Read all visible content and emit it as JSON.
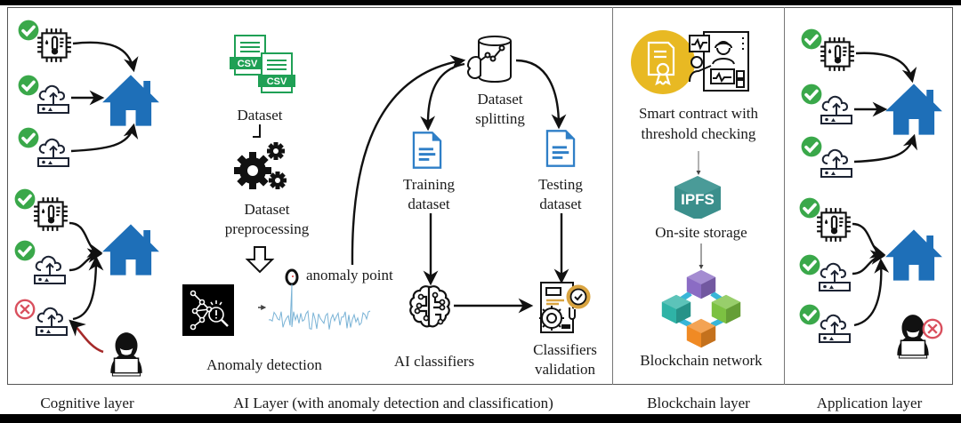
{
  "colors": {
    "check_green": "#3aa84a",
    "error_red": "#d9505e",
    "house_blue": "#1e6fb8",
    "csv_green": "#1fa055",
    "doc_blue": "#2f7fc7",
    "contract_yellow": "#e8b923",
    "ipfs_teal": "#3b8f8c",
    "attack_arrow": "#a52a2a",
    "signal_blue": "#7ab3d6",
    "validation_gold": "#d9a441"
  },
  "layers": {
    "cognitive": {
      "caption": "Cognitive layer",
      "group_a_devices": [
        {
          "type": "thermostat-chip",
          "status": "verified"
        },
        {
          "type": "cloud-gateway",
          "status": "verified"
        },
        {
          "type": "cloud-gateway",
          "status": "verified"
        }
      ],
      "group_b_devices": [
        {
          "type": "thermostat-chip",
          "status": "verified"
        },
        {
          "type": "cloud-gateway",
          "status": "verified"
        },
        {
          "type": "cloud-gateway",
          "status": "compromised"
        }
      ],
      "attacker": "hacker"
    },
    "ai": {
      "caption": "AI Layer (with anomaly detection and classification)",
      "csv_label": "CSV",
      "dataset_label": "Dataset",
      "preprocessing_label_1": "Dataset",
      "preprocessing_label_2": "preprocessing",
      "anomaly_point_label": "anomaly point",
      "anomaly_detection_label": "Anomaly detection",
      "splitting_label_1": "Dataset",
      "splitting_label_2": "splitting",
      "training_label_1": "Training",
      "training_label_2": "dataset",
      "testing_label_1": "Testing",
      "testing_label_2": "dataset",
      "classifiers_label": "AI classifiers",
      "validation_label_1": "Classifiers",
      "validation_label_2": "validation"
    },
    "blockchain": {
      "caption": "Blockchain layer",
      "contract_label_1": "Smart contract with",
      "contract_label_2": "threshold checking",
      "ipfs_text": "IPFS",
      "storage_label": "On-site storage",
      "network_label": "Blockchain network"
    },
    "application": {
      "caption": "Application layer",
      "group_a_devices": [
        {
          "type": "thermostat-chip",
          "status": "verified"
        },
        {
          "type": "cloud-gateway",
          "status": "verified"
        },
        {
          "type": "cloud-gateway",
          "status": "verified"
        }
      ],
      "group_b_devices": [
        {
          "type": "thermostat-chip",
          "status": "verified"
        },
        {
          "type": "cloud-gateway",
          "status": "verified"
        },
        {
          "type": "cloud-gateway",
          "status": "verified"
        }
      ],
      "attacker": "blocked-hacker"
    }
  }
}
